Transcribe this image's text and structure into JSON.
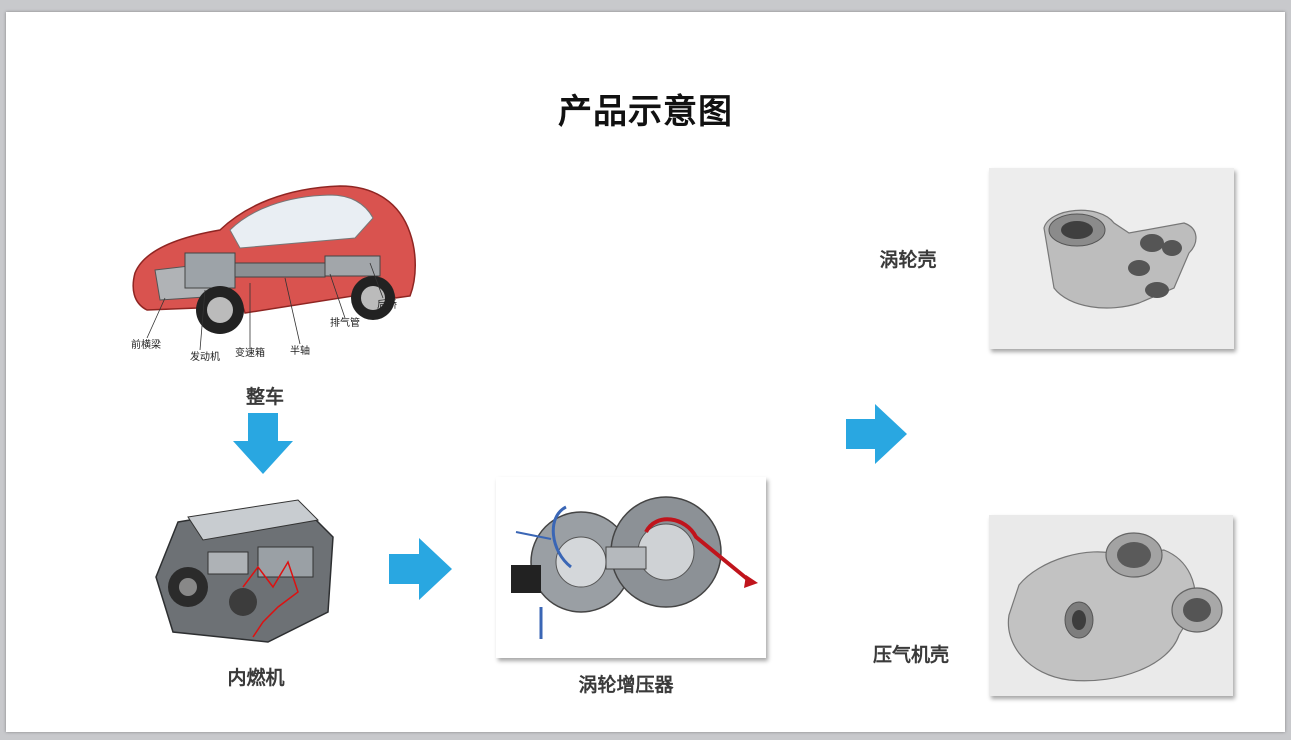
{
  "title": "产品示意图",
  "labels": {
    "car": "整车",
    "engine": "内燃机",
    "turbo": "涡轮增压器",
    "turbine_housing": "涡轮壳",
    "compressor_housing": "压气机壳"
  },
  "car_parts": {
    "front_beam": "前横梁",
    "engine": "发动机",
    "gearbox": "变速箱",
    "half_shaft": "半轴",
    "exhaust": "排气管",
    "rear_axle": "后桥"
  },
  "colors": {
    "arrow": "#29a7e1",
    "car_body": "#d9534f",
    "metal": "#b9b9b9",
    "flow_hot": "#c0141c",
    "flow_cold": "#3a66b5"
  }
}
